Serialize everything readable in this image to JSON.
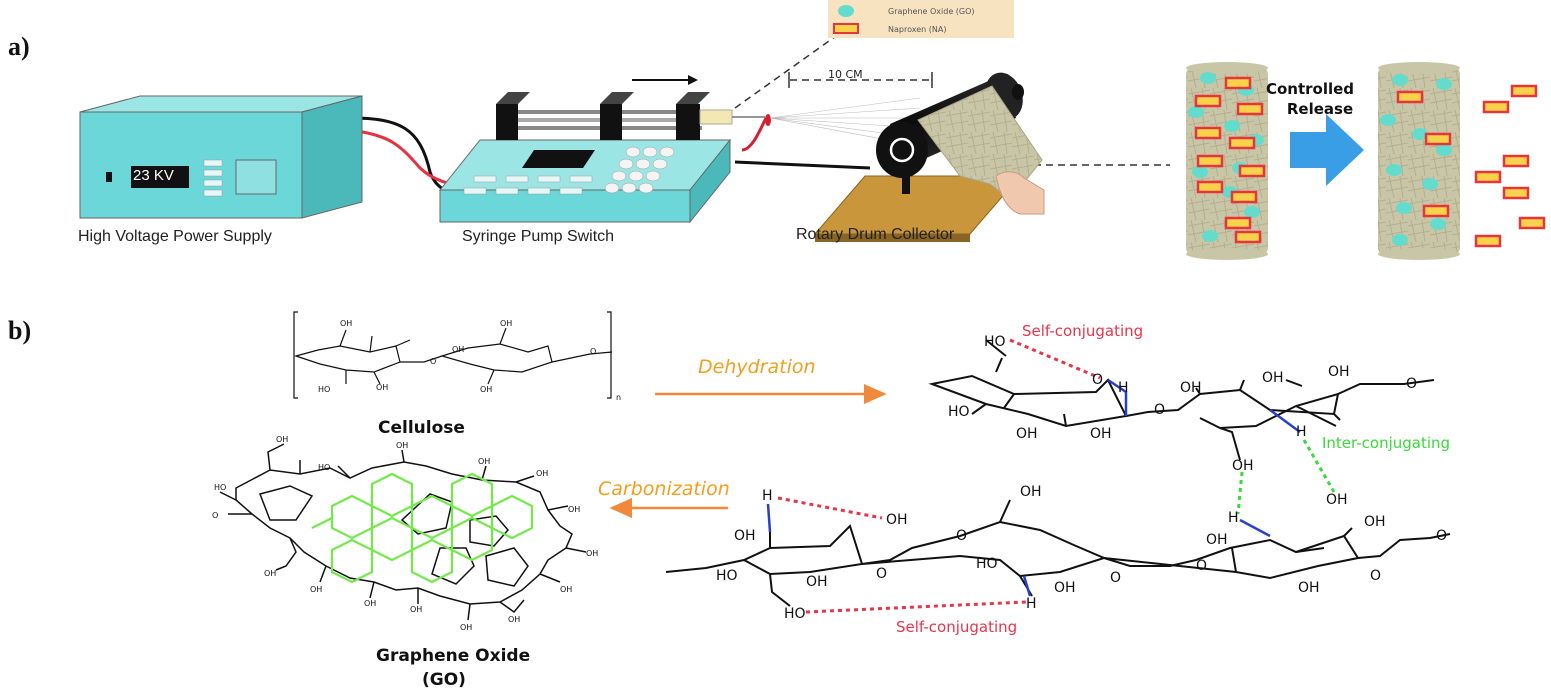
{
  "panel_a": {
    "label": "a)",
    "power_supply": {
      "caption": "High Voltage Power Supply",
      "display": "23 KV"
    },
    "pump": {
      "caption": "Syringe Pump Switch"
    },
    "collector": {
      "caption": "Rotary Drum Collector",
      "distance": "10 CM"
    },
    "legend": {
      "item1": "Graphene Oxide (GO)",
      "item2": "Naproxen (NA)"
    },
    "release_label_line1": "Controlled",
    "release_label_line2": "Release"
  },
  "panel_b": {
    "label": "b)",
    "cellulose_label": "Cellulose",
    "n_subscript": "n",
    "dehydration_label": "Dehydration",
    "carbonization_label": "Carbonization",
    "go_label_line1": "Graphene Oxide",
    "go_label_line2": "(GO)",
    "self_conjugating_top": "Self-conjugating",
    "self_conjugating_bottom": "Self-conjugating",
    "inter_conjugating": "Inter-conjugating",
    "atoms": {
      "oh": "OH",
      "ho": "HO",
      "h": "H",
      "o": "O"
    }
  },
  "colors": {
    "teal": "#63dccd",
    "naproxen_fill": "#f8d24a",
    "naproxen_border": "#e8343b",
    "fiber": "#c9c6a8",
    "arrow_blue": "#3a9ee6",
    "orange": "#f08a3a",
    "red_bond": "#e8344b",
    "green_bond": "#3ad83a",
    "blue_bond": "#2a3ecc",
    "go_ring": "#74e84a"
  }
}
